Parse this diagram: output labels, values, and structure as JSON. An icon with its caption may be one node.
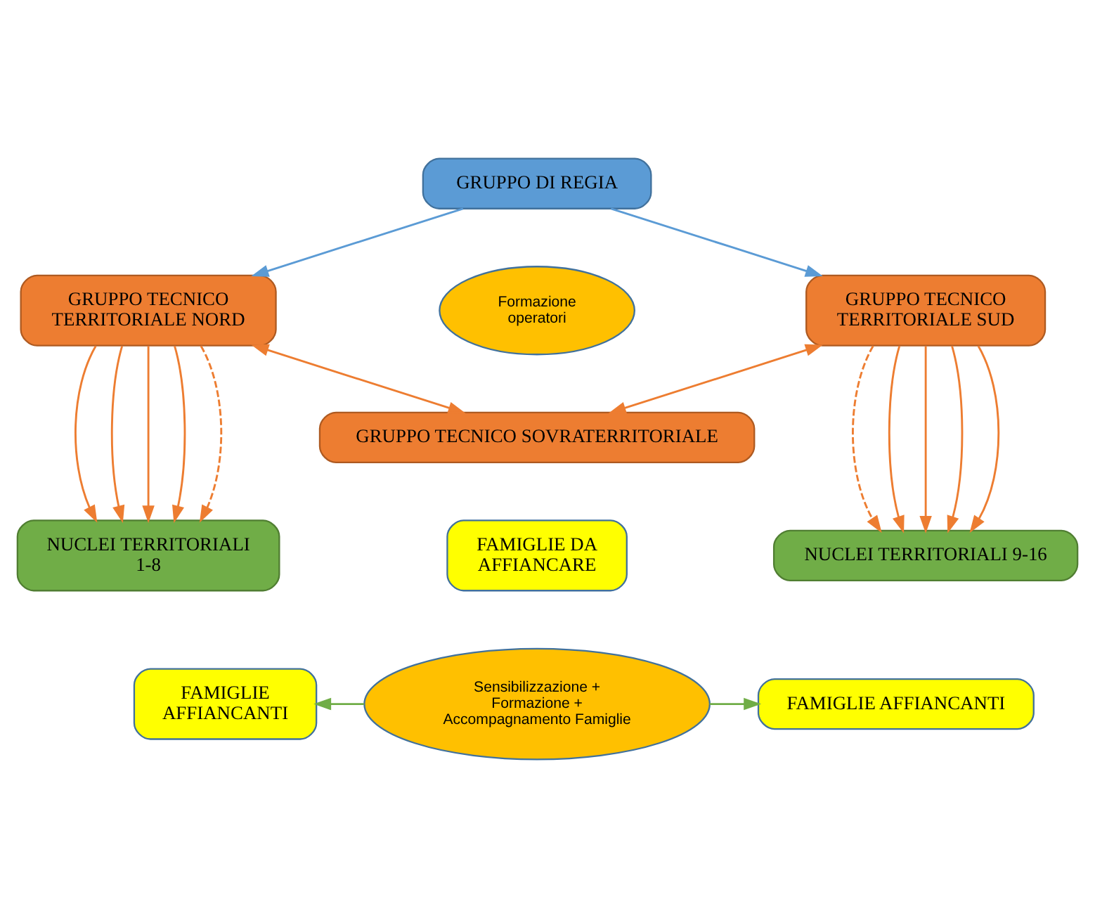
{
  "diagram": {
    "nodes": [
      {
        "text": [
          "GRUPPO DI REGIA"
        ]
      },
      {
        "text": [
          "Formazione operatori"
        ]
      },
      {
        "text": [
          "GRUPPO TECNICO TERRITORIALE NORD"
        ]
      },
      {
        "text": [
          "GRUPPO TECNICO TERRITORIALE SUD"
        ]
      },
      {
        "text": [
          "GRUPPO TECNICO SOVRATERRITORIALE"
        ]
      },
      {
        "text": [
          "NUCLEI TERRITORIALI 1-8"
        ]
      },
      {
        "text": [
          "FAMIGLIE DA AFFIANCARE"
        ]
      },
      {
        "text": [
          "NUCLEI TERRITORIALI 9-16"
        ]
      },
      {
        "text": [
          "FAMIGLIE AFFIANCANTI"
        ]
      },
      {
        "text": [
          "Sensibilizzazione + Formazione + Accompagnamento Famiglie"
        ]
      },
      {
        "text": [
          "FAMIGLIE AFFIANCANTI"
        ]
      }
    ],
    "edges": [
      {
        "from": 0,
        "to": 2,
        "arrow": "to",
        "color": "#5b9bd5"
      },
      {
        "from": 0,
        "to": 3,
        "arrow": "to",
        "color": "#5b9bd5"
      },
      {
        "from": 2,
        "to": 4,
        "arrow": "both"
      },
      {
        "from": 3,
        "to": 4,
        "arrow": "both"
      },
      {
        "from": 2,
        "to": 5,
        "arrow": "to"
      },
      {
        "from": 2,
        "to": 5,
        "arrow": "to"
      },
      {
        "from": 2,
        "to": 5,
        "arrow": "to"
      },
      {
        "from": 2,
        "to": 5,
        "arrow": "to"
      },
      {
        "from": 2,
        "to": 5,
        "arrow": "to",
        "style": "dashed"
      },
      {
        "from": 3,
        "to": 7,
        "arrow": "to",
        "style": "dashed"
      },
      {
        "from": 3,
        "to": 7,
        "arrow": "to"
      },
      {
        "from": 3,
        "to": 7,
        "arrow": "to"
      },
      {
        "from": 3,
        "to": 7,
        "arrow": "to"
      },
      {
        "from": 3,
        "to": 7,
        "arrow": "to"
      },
      {
        "from": 9,
        "to": 8,
        "arrow": "to",
        "color": "#70ad47"
      },
      {
        "from": 9,
        "to": 10,
        "arrow": "to",
        "color": "#70ad47"
      }
    ]
  }
}
